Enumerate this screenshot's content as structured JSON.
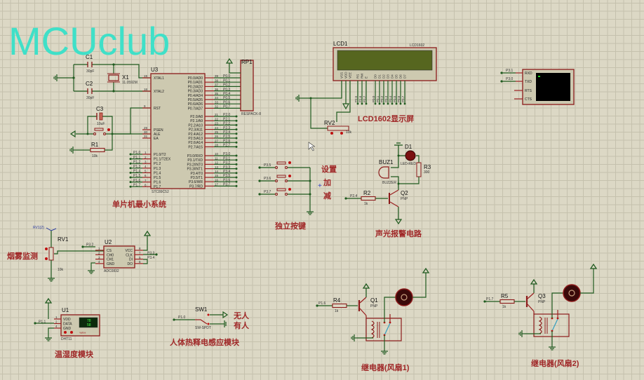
{
  "watermark": "MCUclub",
  "colors": {
    "wire": "#1f5a1f",
    "component": "#8b1a1a",
    "label": "#a02828",
    "watermark": "#3fe0c8",
    "background": "#dcd8c5",
    "lcd_screen": "#56661f"
  },
  "sections": {
    "mcu": "单片机最小系统",
    "lcd": "LCD1602显示屏",
    "keys": "独立按键",
    "alarm": "声光报警电路",
    "smoke": "烟雾监测",
    "dht": "温湿度模块",
    "pir": "人体热释电感应模块",
    "relay1": "继电器(风扇1)",
    "relay2": "继电器(风扇2)"
  },
  "keys_labels": {
    "set": "设置",
    "plus": "加",
    "minus": "减"
  },
  "pir_labels": {
    "none": "无人",
    "present": "有人"
  },
  "u3": {
    "ref": "U3",
    "part": "STC89C52",
    "left_top": [
      {
        "n": "19",
        "l": "XTAL1"
      },
      {
        "n": "18",
        "l": "XTAL2"
      },
      {
        "n": "9",
        "l": "RST"
      },
      {
        "n": "29",
        "l": "PSEN"
      },
      {
        "n": "30",
        "l": "ALE"
      },
      {
        "n": "31",
        "l": "EA"
      }
    ],
    "p1": [
      {
        "n": "1",
        "l": "P1.0/T2",
        "net": "P1.0"
      },
      {
        "n": "2",
        "l": "P1.1/T2EX",
        "net": "P1.1"
      },
      {
        "n": "3",
        "l": "P1.2",
        "net": "P1.2"
      },
      {
        "n": "4",
        "l": "P1.3",
        "net": "P1.3"
      },
      {
        "n": "5",
        "l": "P1.4",
        "net": "P1.4"
      },
      {
        "n": "6",
        "l": "P1.5",
        "net": "P1.5"
      },
      {
        "n": "7",
        "l": "P1.6",
        "net": "P1.6"
      },
      {
        "n": "8",
        "l": "P1.7",
        "net": "P1.7"
      }
    ],
    "p0": [
      {
        "n": "39",
        "l": "P0.0/AD0",
        "net": "P0.0"
      },
      {
        "n": "38",
        "l": "P0.1/AD1",
        "net": "P0.1"
      },
      {
        "n": "37",
        "l": "P0.2/AD2",
        "net": "P0.2"
      },
      {
        "n": "36",
        "l": "P0.3/AD3",
        "net": "P0.3"
      },
      {
        "n": "35",
        "l": "P0.4/AD4",
        "net": "P0.4"
      },
      {
        "n": "34",
        "l": "P0.5/AD5",
        "net": "P0.5"
      },
      {
        "n": "33",
        "l": "P0.6/AD6",
        "net": "P0.6"
      },
      {
        "n": "32",
        "l": "P0.7/AD7",
        "net": "P0.7"
      }
    ],
    "p2": [
      {
        "n": "21",
        "l": "P2.0/A8",
        "net": "P2.0"
      },
      {
        "n": "22",
        "l": "P2.1/A9",
        "net": "P2.1"
      },
      {
        "n": "23",
        "l": "P2.2/A10",
        "net": "P2.2"
      },
      {
        "n": "24",
        "l": "P2.3/A11",
        "net": "P2.3"
      },
      {
        "n": "25",
        "l": "P2.4/A12",
        "net": "P2.4"
      },
      {
        "n": "26",
        "l": "P2.5/A13",
        "net": "P2.5"
      },
      {
        "n": "27",
        "l": "P2.6/A14",
        "net": "P2.6"
      },
      {
        "n": "28",
        "l": "P2.7/A15",
        "net": "P2.7"
      }
    ],
    "p3": [
      {
        "n": "10",
        "l": "P3.0/RXD",
        "net": "P3.0"
      },
      {
        "n": "11",
        "l": "P3.1/TXD",
        "net": "P3.1"
      },
      {
        "n": "12",
        "l": "P3.2/INT0",
        "net": "P3.2"
      },
      {
        "n": "13",
        "l": "P3.3/INT1",
        "net": "P3.3"
      },
      {
        "n": "14",
        "l": "P3.4/T0",
        "net": "P3.4"
      },
      {
        "n": "15",
        "l": "P3.5/T1",
        "net": "P3.5"
      },
      {
        "n": "16",
        "l": "P3.6/WR",
        "net": "P3.6"
      },
      {
        "n": "17",
        "l": "P3.7/RD",
        "net": "P3.7"
      }
    ]
  },
  "components": {
    "c1": {
      "ref": "C1",
      "val": "30pF"
    },
    "c2": {
      "ref": "C2",
      "val": "30pF"
    },
    "c3": {
      "ref": "C3",
      "val": "10uF"
    },
    "x1": {
      "ref": "X1",
      "val": "11.0592M"
    },
    "r1": {
      "ref": "R1",
      "val": "10k"
    },
    "rp1": {
      "ref": "RP1",
      "val": "RESPACK-8"
    },
    "lcd1": {
      "ref": "LCD1",
      "val": "LCD1602",
      "pins": [
        "VSS",
        "VDD",
        "VEE",
        "RS",
        "RW",
        "E",
        "D0",
        "D1",
        "D2",
        "D3",
        "D4",
        "D5",
        "D6",
        "D7"
      ],
      "nets": [
        "",
        "",
        "",
        "P2.5",
        "P2.6",
        "P2.7",
        "P0.0",
        "P0.1",
        "P0.2",
        "P0.3",
        "P0.4",
        "P0.5",
        "P0.6",
        "P0.7"
      ]
    },
    "rv2": {
      "ref": "RV2",
      "val": "10k"
    },
    "term": {
      "pins": [
        "RXD",
        "TXD",
        "RTS",
        "CTS"
      ],
      "nets": [
        "P3.1",
        "P3.0"
      ]
    },
    "keys": {
      "nets": [
        "P3.5",
        "P3.6",
        "P3.7"
      ]
    },
    "d1": {
      "ref": "D1",
      "val": "LED-RED"
    },
    "buz1": {
      "ref": "BUZ1",
      "val": "BUZZER"
    },
    "r3": {
      "ref": "R3",
      "val": "300"
    },
    "r2": {
      "ref": "R2",
      "val": "1k",
      "net": "P2.4"
    },
    "q2": {
      "ref": "Q2",
      "val": "PNP"
    },
    "rv1": {
      "ref": "RV1",
      "val": "10k",
      "probe": "RV1(2)"
    },
    "u2": {
      "ref": "U2",
      "val": "ADC0832",
      "left": [
        {
          "n": "1",
          "l": "CS",
          "net": "P3.2"
        },
        {
          "n": "2",
          "l": "CH0"
        },
        {
          "n": "3",
          "l": "CH1"
        },
        {
          "n": "4",
          "l": "GND"
        }
      ],
      "right": [
        {
          "n": "8",
          "l": "VCC"
        },
        {
          "n": "7",
          "l": "CLK",
          "net": "P3.3"
        },
        {
          "n": "5",
          "l": "DI",
          "net": "P3.4"
        },
        {
          "n": "6",
          "l": "DO"
        }
      ]
    },
    "u1": {
      "ref": "U1",
      "val": "DHT11",
      "pins": [
        {
          "n": "1",
          "l": "VDD"
        },
        {
          "n": "2",
          "l": "DATA",
          "net": "P1.1"
        },
        {
          "n": "4",
          "l": "GND"
        }
      ],
      "temp": "78",
      "hum": "58",
      "rh": "%RH"
    },
    "sw1": {
      "ref": "SW1",
      "val": "SW-SPDT",
      "net": "P1.0"
    },
    "r4": {
      "ref": "R4",
      "val": "1k",
      "net": "P1.6"
    },
    "q1": {
      "ref": "Q1",
      "val": "PNP"
    },
    "r5": {
      "ref": "R5",
      "val": "1k",
      "net": "P1.7"
    },
    "q3": {
      "ref": "Q3",
      "val": "PNP"
    }
  }
}
